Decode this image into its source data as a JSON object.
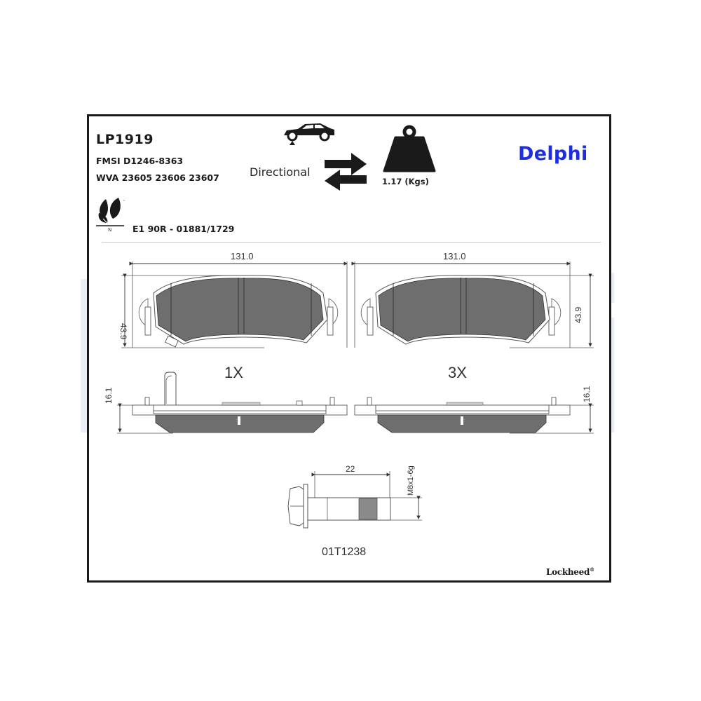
{
  "header": {
    "part_number": "LP1919",
    "fmsi": "FMSI D1246-8363",
    "wva": "WVA 23605 23606 23607",
    "approval": "E1 90R - 01881/1729"
  },
  "icons": {
    "axle_position": "car-front-axle-icon",
    "direction": "directional-arrows-icon",
    "weight": "weight-icon",
    "eco": "eco-leaf-icon"
  },
  "specs": {
    "directional_label": "Directional",
    "weight_label": "1.17 (Kgs)",
    "eco_letter": "N",
    "eco_tm": "™"
  },
  "brand": {
    "name": "Delphi",
    "color": "#1d2ee0",
    "watermark": "Delphi",
    "footer_brand": "Lockheed",
    "footer_mark": "®"
  },
  "drawing": {
    "pad_left": {
      "width": "131.0",
      "height": "43.9",
      "thickness": "16.1",
      "quantity": "1X"
    },
    "pad_right": {
      "width": "131.0",
      "height": "43.9",
      "thickness": "16.1",
      "quantity": "3X"
    },
    "bolt": {
      "length": "22",
      "thread": "M8x1-6g",
      "code": "01T1238"
    },
    "pad_fill": "#6e6e6e"
  }
}
